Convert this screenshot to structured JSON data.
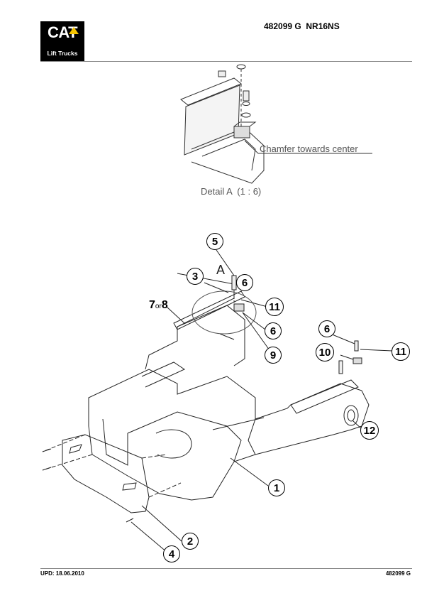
{
  "header": {
    "logo_text": "CAT",
    "logo_subtext": "Lift Trucks",
    "doc_title": "482099 G  NR16NS"
  },
  "detail": {
    "annotation": "Chamfer towards center",
    "label": "Detail A  (1 : 6)",
    "view_marker": "A"
  },
  "callouts": {
    "c1": "1",
    "c2": "2",
    "c3": "3",
    "c4": "4",
    "c5": "5",
    "c6a": "6",
    "c6b": "6",
    "c6c": "6",
    "c7or8_a": "7",
    "c7or8_or": "or",
    "c7or8_b": "8",
    "c9": "9",
    "c10": "10",
    "c11a": "11",
    "c11b": "11",
    "c12": "12"
  },
  "footer": {
    "left": "UPD: 18.06.2010",
    "right": "482099 G"
  },
  "colors": {
    "logo_bg": "#000000",
    "logo_accent": "#f5c400"
  },
  "icons": {
    "logo": "cat-lift-trucks-logo"
  }
}
